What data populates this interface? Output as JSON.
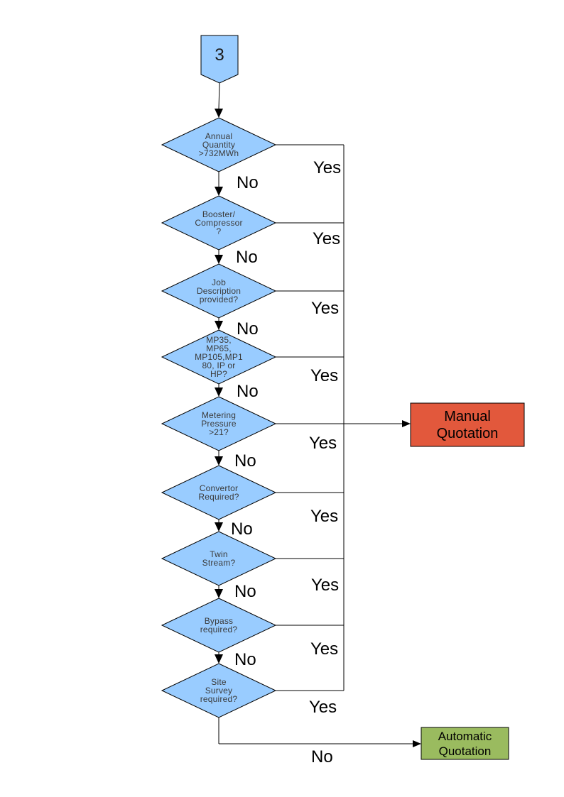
{
  "connector": {
    "label": "3"
  },
  "decisions": [
    {
      "label": "Annual\nQuantity\n>732MWh",
      "yes_label": "Yes",
      "no_label": "No"
    },
    {
      "label": "Booster/\nCompressor\n?",
      "yes_label": "Yes",
      "no_label": "No"
    },
    {
      "label": "Job\nDescription\nprovided?",
      "yes_label": "Yes",
      "no_label": "No"
    },
    {
      "label": "MP35,\nMP65,\nMP105,MP1\n80, IP or\nHP?",
      "yes_label": "Yes",
      "no_label": "No"
    },
    {
      "label": "Metering\nPressure\n>21?",
      "yes_label": "Yes",
      "no_label": "No"
    },
    {
      "label": "Convertor\nRequired?",
      "yes_label": "Yes",
      "no_label": "No"
    },
    {
      "label": "Twin\nStream?",
      "yes_label": "Yes",
      "no_label": "No"
    },
    {
      "label": "Bypass\nrequired?",
      "yes_label": "Yes",
      "no_label": "No"
    },
    {
      "label": "Site\nSurvey\nrequired?",
      "yes_label": "Yes",
      "no_label": "No"
    }
  ],
  "outcomes": {
    "manual": {
      "label": "Manual\nQuotation",
      "fill": "#e2583c"
    },
    "automatic": {
      "label": "Automatic\nQuotation",
      "fill": "#9abb5f"
    }
  },
  "colors": {
    "decision_fill": "#99ccff",
    "line": "#000000",
    "label_text": "#3b3b3b"
  }
}
